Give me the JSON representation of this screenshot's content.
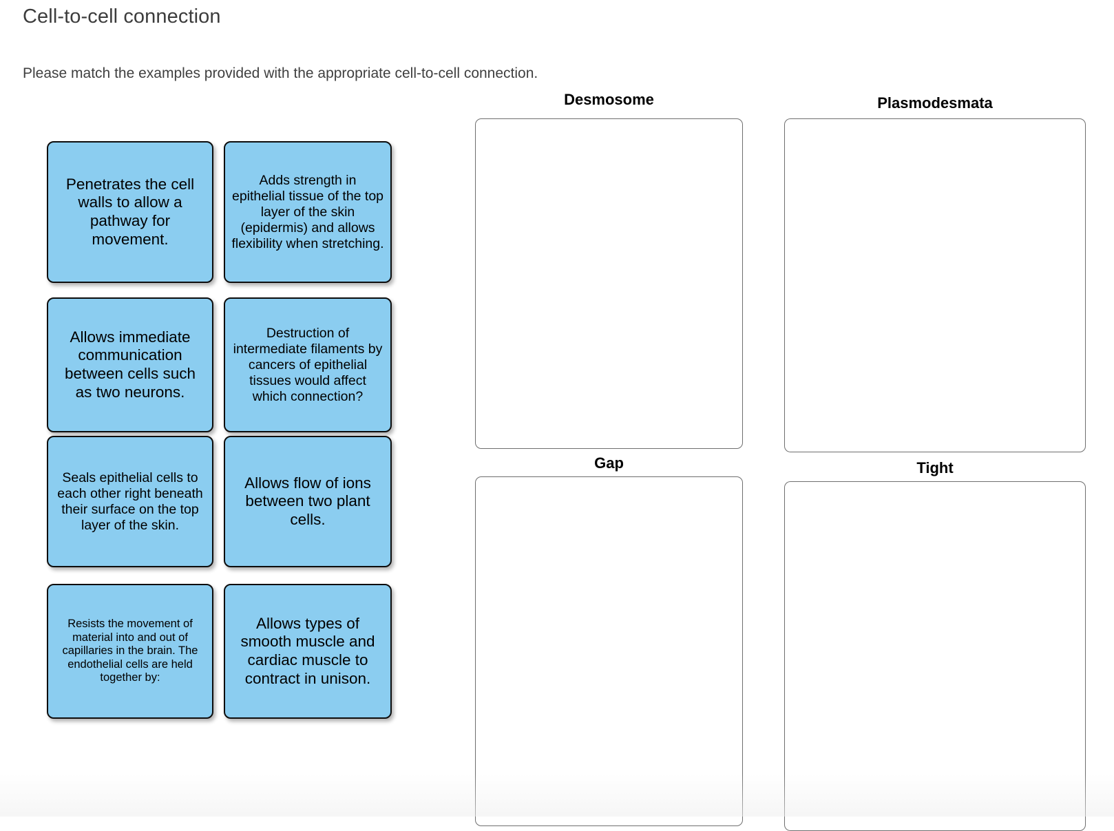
{
  "page": {
    "title": "Cell-to-cell connection",
    "instruction": "Please match the examples provided with the appropriate cell-to-cell connection."
  },
  "colors": {
    "card_fill": "#8bcdf0",
    "card_border": "#0d0d0d",
    "dropzone_border": "#6e6e6e",
    "title_text": "#3c3c3c",
    "background": "#ffffff"
  },
  "examples": [
    {
      "id": "example-1",
      "text": "Penetrates the cell walls to allow a pathway for movement."
    },
    {
      "id": "example-2",
      "text": "Adds strength in epithelial tissue of the top layer of the skin (epidermis) and allows flexibility when stretching."
    },
    {
      "id": "example-3",
      "text": "Allows immediate communication between cells such as two neurons."
    },
    {
      "id": "example-4",
      "text": "Destruction of intermediate filaments by cancers of epithelial tissues would affect which connection?"
    },
    {
      "id": "example-5",
      "text": "Seals epithelial cells to each other right beneath their surface on the top layer of the skin."
    },
    {
      "id": "example-6",
      "text": "Allows flow of ions between two plant cells."
    },
    {
      "id": "example-7",
      "text": "Resists the movement of material into and out of capillaries in the brain. The endothelial cells are held together by:"
    },
    {
      "id": "example-8",
      "text": "Allows types of smooth muscle and cardiac muscle to contract in unison."
    }
  ],
  "dropzones": [
    {
      "id": "desmosome",
      "label": "Desmosome",
      "items": []
    },
    {
      "id": "plasmodesmata",
      "label": "Plasmodesmata",
      "items": []
    },
    {
      "id": "gap",
      "label": "Gap",
      "items": []
    },
    {
      "id": "tight",
      "label": "Tight",
      "items": []
    }
  ]
}
